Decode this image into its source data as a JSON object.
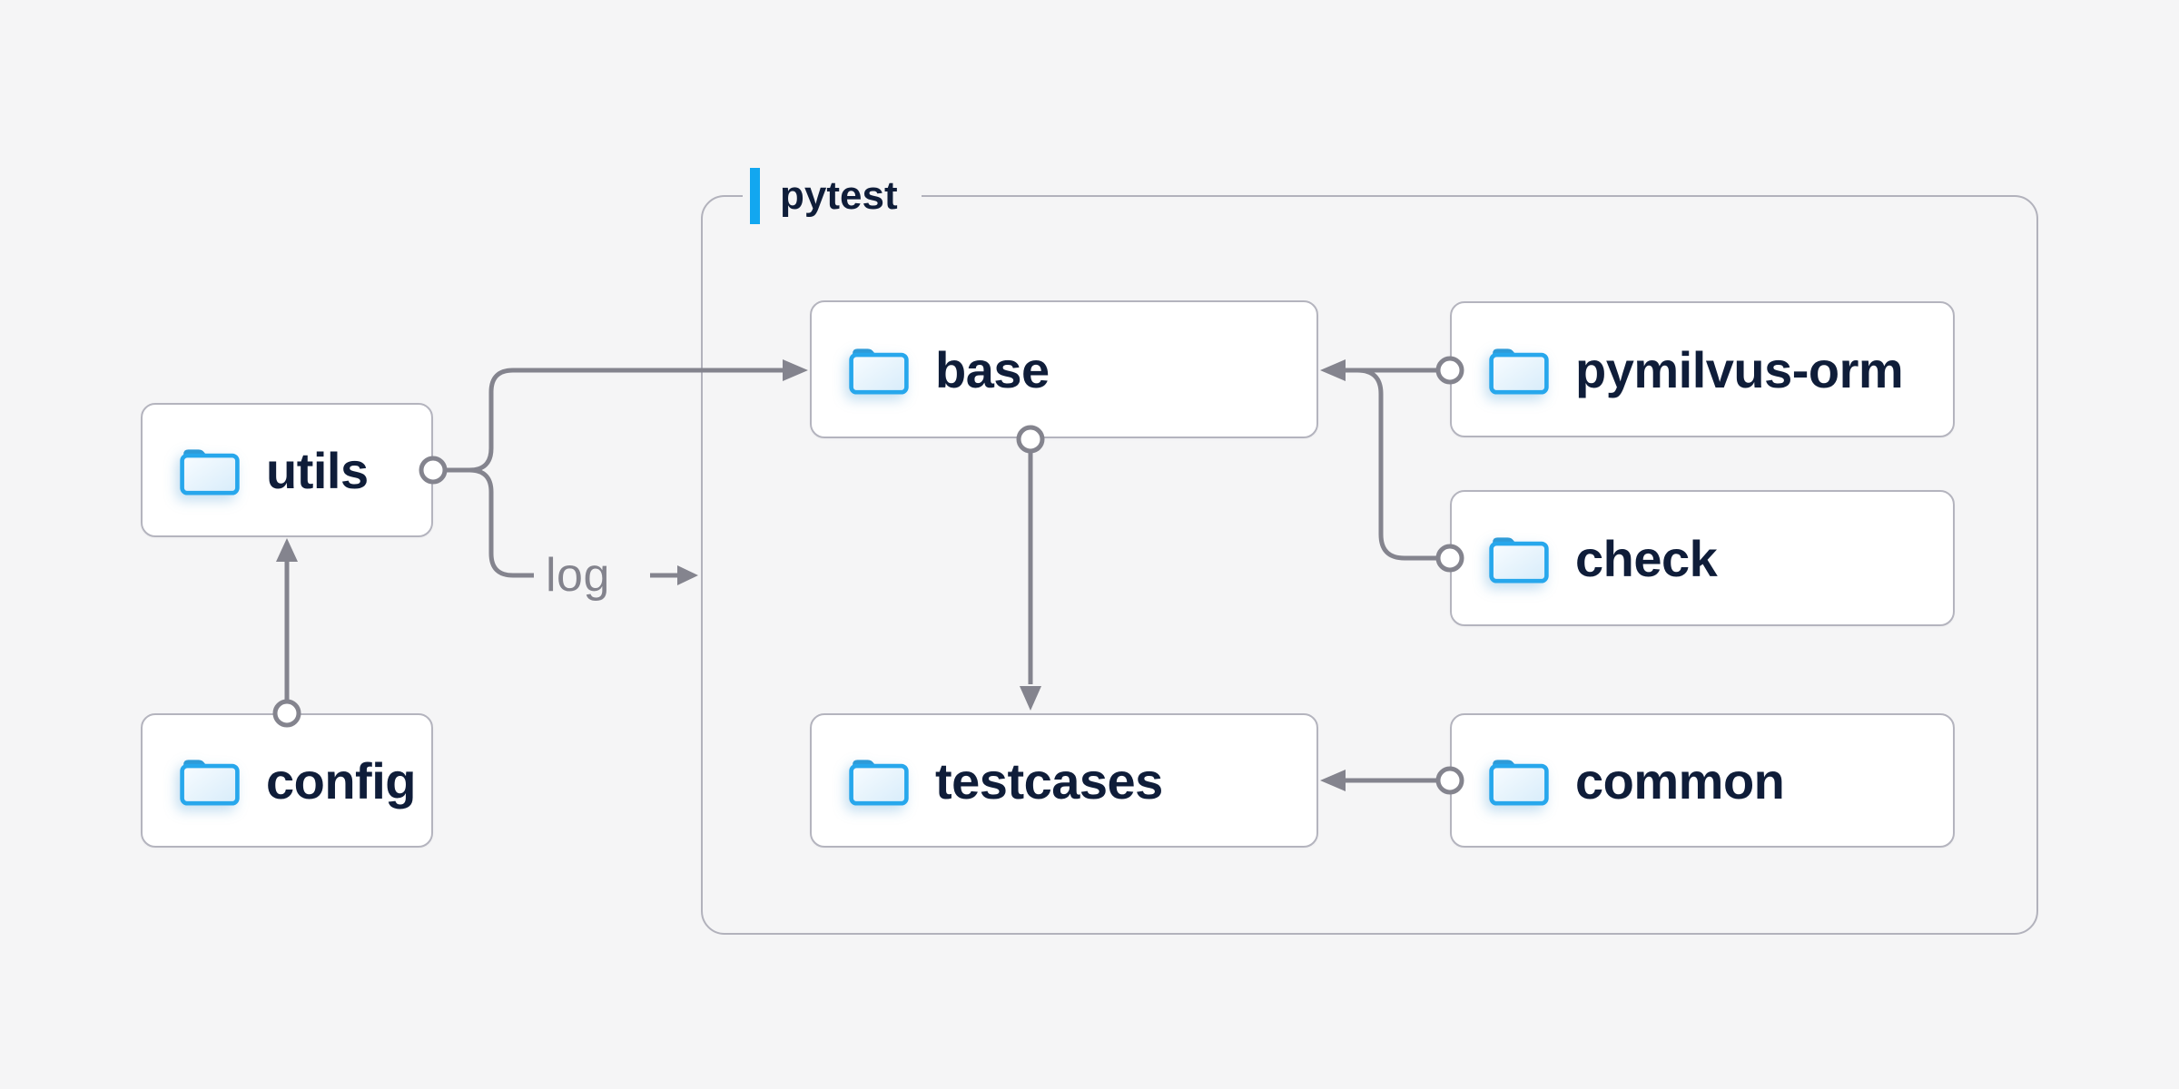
{
  "diagram": {
    "container": {
      "label": "pytest"
    },
    "nodes": {
      "utils": {
        "label": "utils"
      },
      "config": {
        "label": "config"
      },
      "base": {
        "label": "base"
      },
      "pymilvus_orm": {
        "label": "pymilvus-orm"
      },
      "check": {
        "label": "check"
      },
      "testcases": {
        "label": "testcases"
      },
      "common": {
        "label": "common"
      }
    },
    "edge_labels": {
      "log": "log"
    },
    "edges": [
      {
        "from": "config",
        "to": "utils"
      },
      {
        "from": "utils",
        "to": "base"
      },
      {
        "from": "utils",
        "to": "log",
        "label": "log"
      },
      {
        "from": "pymilvus-orm",
        "to": "base"
      },
      {
        "from": "check",
        "to": "base"
      },
      {
        "from": "base",
        "to": "testcases"
      },
      {
        "from": "common",
        "to": "testcases"
      }
    ],
    "colors": {
      "background": "#f5f5f6",
      "node_background": "#ffffff",
      "node_border": "#b4b4be",
      "container_border": "#b2b2bc",
      "connector": "#84848e",
      "label_text": "#0f1d39",
      "edge_label_text": "#83838d",
      "accent_blue": "#12a7f0",
      "folder_stroke": "#27a7ec",
      "folder_tab": "#2e9bd8",
      "folder_fill_light": "#f8fcff",
      "folder_fill_dark": "#d7ecfa"
    }
  }
}
